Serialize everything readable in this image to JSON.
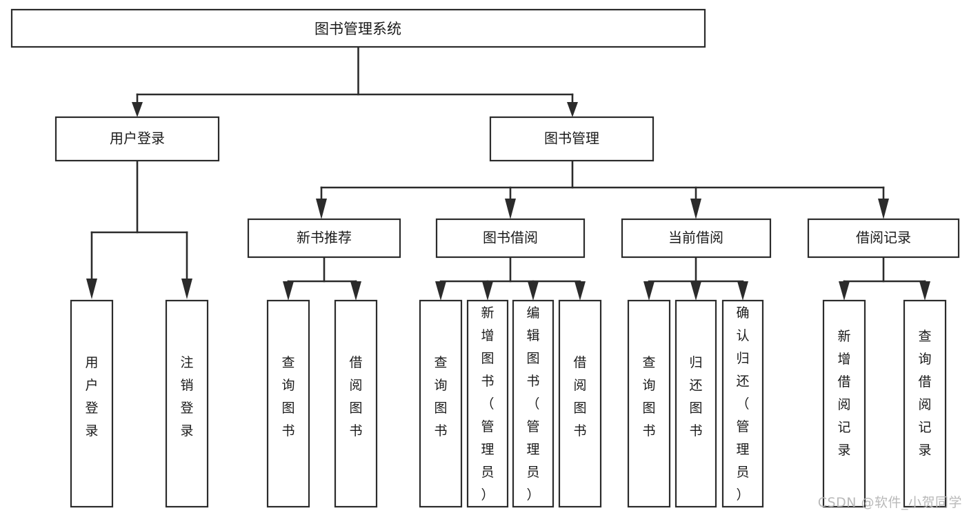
{
  "diagram": {
    "type": "tree-hierarchy-chart",
    "title": "图书管理系统",
    "watermark": "CSDN @软件_小贺同学",
    "colors": {
      "box_stroke": "#2b2b2b",
      "box_fill": "#ffffff",
      "connector": "#2b2b2b",
      "text": "#1a1a1a",
      "background": "#ffffff",
      "watermark": "#b9b9b9"
    },
    "levels": {
      "root": {
        "label": "图书管理系统"
      },
      "level2": [
        {
          "label": "用户登录"
        },
        {
          "label": "图书管理"
        }
      ],
      "level3": [
        {
          "label": "新书推荐"
        },
        {
          "label": "图书借阅"
        },
        {
          "label": "当前借阅"
        },
        {
          "label": "借阅记录"
        }
      ],
      "leaves": [
        {
          "label": "用户登录",
          "parent": "用户登录"
        },
        {
          "label": "注销登录",
          "parent": "用户登录"
        },
        {
          "label": "查询图书",
          "parent": "新书推荐"
        },
        {
          "label": "借阅图书",
          "parent": "新书推荐"
        },
        {
          "label": "查询图书",
          "parent": "图书借阅"
        },
        {
          "label": "新增图书（管理员）",
          "parent": "图书借阅"
        },
        {
          "label": "编辑图书（管理员）",
          "parent": "图书借阅"
        },
        {
          "label": "借阅图书",
          "parent": "图书借阅"
        },
        {
          "label": "查询图书",
          "parent": "当前借阅"
        },
        {
          "label": "归还图书",
          "parent": "当前借阅"
        },
        {
          "label": "确认归还（管理员）",
          "parent": "当前借阅"
        },
        {
          "label": "新增借阅记录",
          "parent": "借阅记录"
        },
        {
          "label": "查询借阅记录",
          "parent": "借阅记录"
        }
      ]
    }
  }
}
